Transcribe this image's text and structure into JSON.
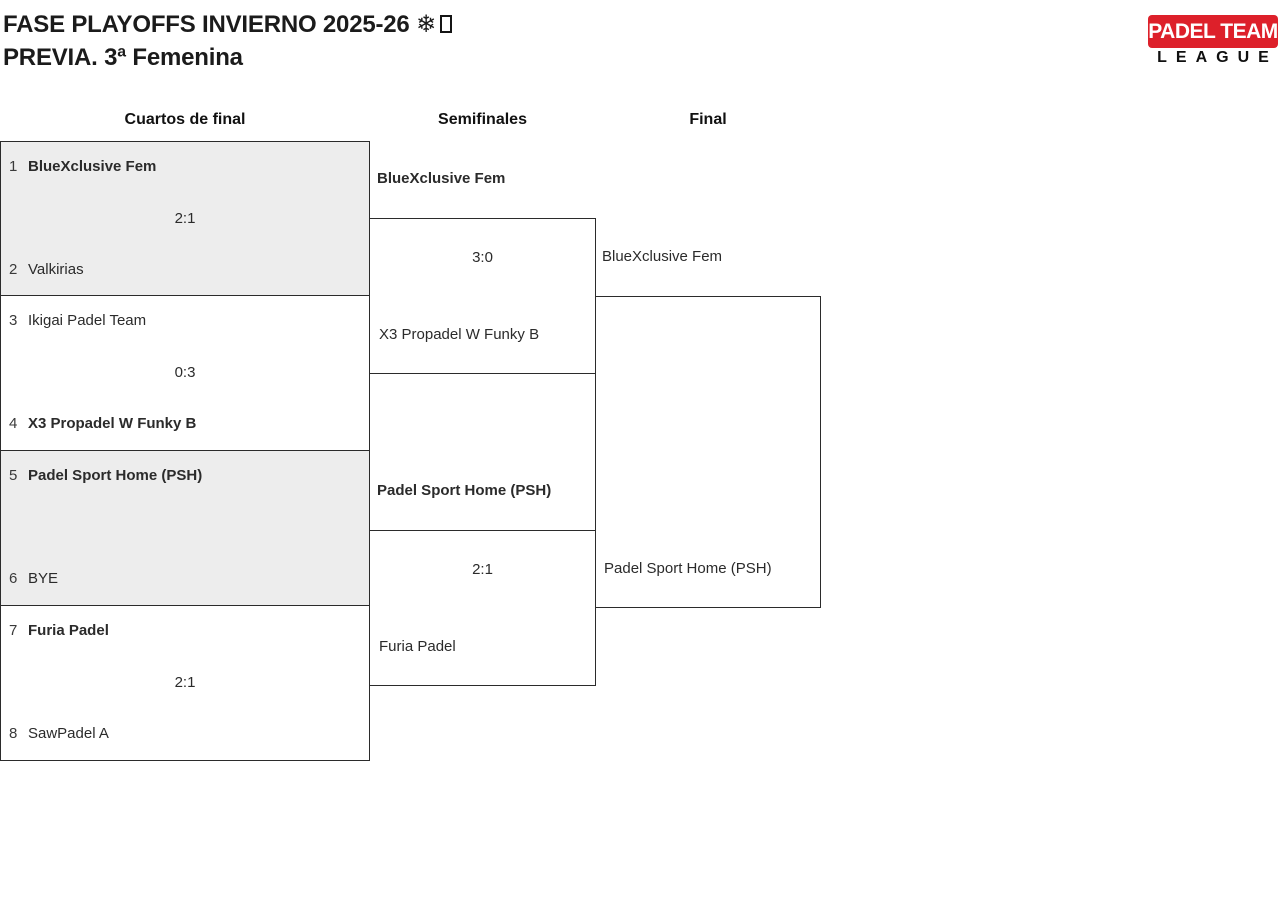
{
  "page": {
    "title_line1": "FASE PLAYOFFS INVIERNO 2025-26 ❄",
    "title_line2": "PREVIA. 3ª Femenina"
  },
  "logo": {
    "line1": "PADEL TEAM",
    "line2": "LEAGUE"
  },
  "columns": {
    "quarterfinals": "Cuartos de final",
    "semifinals": "Semifinales",
    "final": "Final"
  },
  "bracket": {
    "quarterfinals": [
      {
        "seed1": "1",
        "team1": "BlueXclusive Fem",
        "winner1": true,
        "score": "2:1",
        "seed2": "2",
        "team2": "Valkirias",
        "winner2": false
      },
      {
        "seed1": "3",
        "team1": "Ikigai Padel Team",
        "winner1": false,
        "score": "0:3",
        "seed2": "4",
        "team2": "X3 Propadel W Funky B",
        "winner2": true
      },
      {
        "seed1": "5",
        "team1": "Padel Sport Home (PSH)",
        "winner1": true,
        "score": "",
        "seed2": "6",
        "team2": "BYE",
        "winner2": false
      },
      {
        "seed1": "7",
        "team1": "Furia Padel",
        "winner1": true,
        "score": "2:1",
        "seed2": "8",
        "team2": "SawPadel A",
        "winner2": false
      }
    ],
    "semifinals": [
      {
        "team1": "BlueXclusive Fem",
        "winner1": true,
        "score": "3:0",
        "team2": "X3 Propadel W Funky B",
        "winner2": false
      },
      {
        "team1": "Padel Sport Home (PSH)",
        "winner1": true,
        "score": "2:1",
        "team2": "Furia Padel",
        "winner2": false
      }
    ],
    "final": {
      "team1": "BlueXclusive Fem",
      "winner1": false,
      "team2": "Padel Sport Home (PSH)",
      "winner2": false
    }
  },
  "colors": {
    "logo_red": "#dd202a",
    "shaded_box": "#ededed",
    "border": "#2b2b2b"
  }
}
